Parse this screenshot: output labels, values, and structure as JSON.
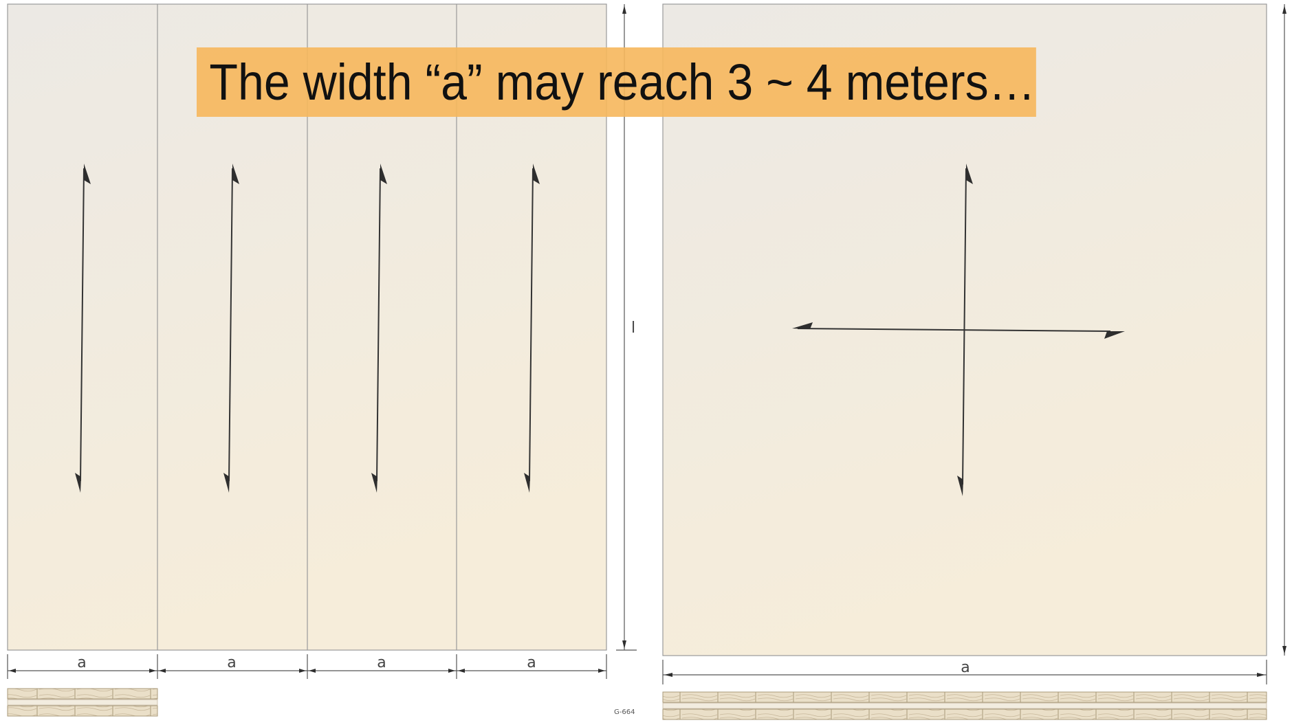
{
  "banner": {
    "text": "The width “a” may reach 3 ~ 4 meters…"
  },
  "left_figure": {
    "strip_width_labels": [
      "a",
      "a",
      "a",
      "a"
    ],
    "length_label": "l",
    "figure_code": "G-664"
  },
  "right_figure": {
    "width_label": "a"
  },
  "colors": {
    "banner": "#f6b75c",
    "panel_fill_top": "#ece8e2",
    "panel_fill_bottom": "#f5ecd8",
    "line": "#333333"
  }
}
